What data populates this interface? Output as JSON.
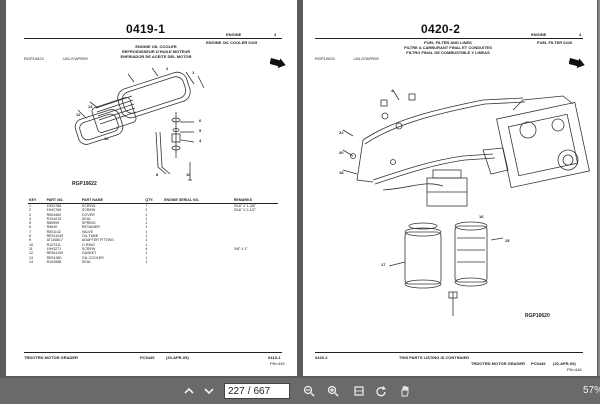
{
  "left_page": {
    "title": "0419-1",
    "section_top": "ENGINE",
    "section_code": "4",
    "section_name": "ENGINE OIL COOLER 0419",
    "heading_en": "ENGINE OIL COOLER",
    "heading_fr": "REFROIDISSEUR D'HUILE MOTEUR",
    "heading_es": "ENFRIADOR DE ACEITE DEL MOTOR",
    "fig_ref": "RGP10622",
    "fig_date": "-UN-07APR09",
    "figure_label": "RGP10622",
    "callouts": [
      "1",
      "2",
      "3",
      "4",
      "5",
      "6",
      "7",
      "8",
      "9",
      "10",
      "11",
      "12",
      "13",
      "14"
    ],
    "table": {
      "headers": [
        "KEY",
        "PART NO.",
        "PART NAME",
        "QTY.",
        "ENGINE SERIAL NO.",
        "REMARKS"
      ],
      "rows": [
        [
          "1",
          "19H2788",
          "SCREW",
          "7",
          "",
          "3/16\" X 1-3/8\""
        ],
        [
          "2",
          "19H2789",
          "SCREW",
          "2",
          "",
          "3/16\" X 2-1/2\""
        ],
        [
          "3",
          "R504460",
          "COVER",
          "1",
          "",
          ""
        ],
        [
          "4",
          "R104213",
          "SEAL",
          "1",
          "",
          ""
        ],
        [
          "5",
          "R85999",
          "SPRING",
          "1",
          "",
          ""
        ],
        [
          "6",
          "R5640",
          "RETAINER",
          "1",
          "",
          ""
        ],
        [
          "7",
          "R501142",
          "VALVE",
          "1",
          "",
          ""
        ],
        [
          "8",
          "RE511049",
          "OIL TUBE",
          "1",
          "",
          ""
        ],
        [
          "9",
          "AT165617",
          "ADAPTER FITTING",
          "1",
          "",
          ""
        ],
        [
          "10",
          "R127411",
          "O-RING",
          "1",
          "",
          ""
        ],
        [
          "11",
          "19H3271",
          "SCREW",
          "4",
          "",
          "3/8\" X 1\""
        ],
        [
          "12",
          "RE541109",
          "GASKET",
          "1",
          "",
          ""
        ],
        [
          "13",
          "RE51380",
          "OIL COOLER",
          "1",
          "",
          ""
        ],
        [
          "14",
          "R104988",
          "SEAL",
          "1",
          "",
          ""
        ]
      ]
    },
    "footer_left": "TRDOTRD MOTOR GRADER",
    "footer_code": "PC9449",
    "footer_date": "(20-APR-09)",
    "footer_page": "0419-1",
    "footer_sub": "PN=445"
  },
  "right_page": {
    "title": "0420-2",
    "section_top": "ENGINE",
    "section_code": "4",
    "section_name": "FUEL FILTER 0420",
    "heading_en": "FUEL FILTER AND LINES",
    "heading_fr": "FILTRE A CARBURANT FINAL ET CONDUITES",
    "heading_es": "FILTRO FINAL DE COMBUSTIBLE Y LINEAS",
    "fig_ref": "RGP10620",
    "fig_date": "-UN-07APR09",
    "figure_label": "RGP10620",
    "callouts": [
      "1",
      "2",
      "3",
      "4",
      "5",
      "6",
      "7",
      "8",
      "9",
      "10",
      "11",
      "12",
      "13",
      "14",
      "15",
      "16",
      "17",
      "18",
      "19",
      "20",
      "21",
      "22",
      "23",
      "24"
    ],
    "footer_page": "0420-2",
    "footer_notice": "THIS PARTS LISTING IS CONTINUED",
    "footer_right_title": "TRDOTRD MOTOR GRADER",
    "footer_code": "PC9449",
    "footer_date": "(20-APR-09)",
    "footer_sub": "PN=446"
  },
  "toolbar": {
    "current_page": "227",
    "page_separator": "/",
    "total_pages": "667",
    "zoom": "57%",
    "icons": [
      "page-up-icon",
      "page-down-icon",
      "zoom-out-icon",
      "zoom-in-icon",
      "fit-icon",
      "rotate-icon",
      "hand-icon"
    ]
  },
  "colors": {
    "background": "#5c5c5c",
    "page": "#ffffff",
    "toolbar": "#6a6a6a"
  }
}
